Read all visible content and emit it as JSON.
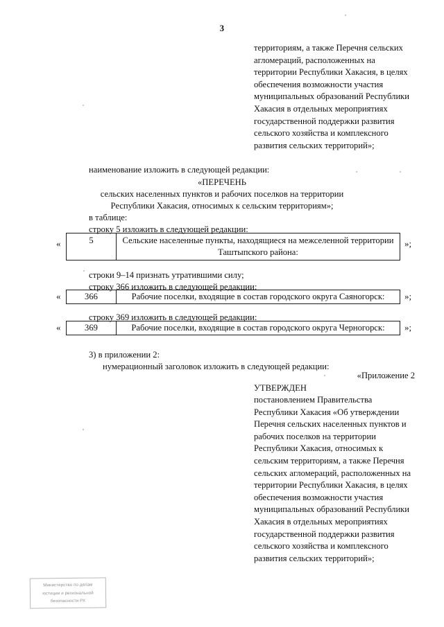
{
  "document": {
    "page_number": "3",
    "top_paragraph": "территориям, а также Перечня сельских агломераций, расположенных на территории Республики Хакасия, в целях обеспечения возможности участия муниципальных образований Республики Хакасия в отдельных мероприятиях государственной поддержки развития сельского хозяйства и комплексного развития сельских территорий»;",
    "line_naimenovanie": "наименование изложить в следующей редакции:",
    "heading_perechen": "«ПЕРЕЧЕНЬ",
    "heading_line2": "сельских населенных пунктов и рабочих поселков на территории",
    "heading_line3": "Республики Хакасия, относимых  к сельским территориям»;",
    "line_v_tablice": "в таблице:",
    "line_stroku_5": "строку 5 изложить в следующей редакции:",
    "line_stroki_9_14": "строки 9–14 признать утратившими силу;",
    "line_stroku_366": "строку 366 изложить в следующей редакции:",
    "line_stroku_369": "строку 369  изложить в следующей редакции:",
    "line_item_3": "3)  в приложении 2:",
    "line_numeration": "нумерационный заголовок изложить в следующей редакции:",
    "appendix_label": "«Приложение 2",
    "approved_word": "УТВЕРЖДЕН",
    "approved_block": "постановлением Правительства Республики Хакасия «Об утверждении Перечня сельских населенных пунктов и рабочих поселков на территории Республики Хакасия, относимых к сельским территориям, а также Перечня сельских агломераций, расположенных на территории Республики Хакасия, в целях обеспечения возможности участия муниципальных образований Республики Хакасия в отдельных мероприятиях государственной поддержки развития сельского хозяйства и комплексного развития сельских территорий»;",
    "quote_open": "«",
    "quote_close": "»;"
  },
  "tables": {
    "row_5": {
      "number": "5",
      "description": "Сельские населенные пункты, находящиеся на межселенной территории Таштыпского района:"
    },
    "row_366": {
      "number": "366",
      "description": "Рабочие поселки, входящие в состав городского округа Саяногорск:"
    },
    "row_369": {
      "number": "369",
      "description": "Рабочие поселки, входящие в состав городского округа Черногорск:"
    }
  },
  "stamp": {
    "line1": "Министерство по делам",
    "line2": "юстиции и региональной",
    "line3": "безопасности РХ"
  }
}
